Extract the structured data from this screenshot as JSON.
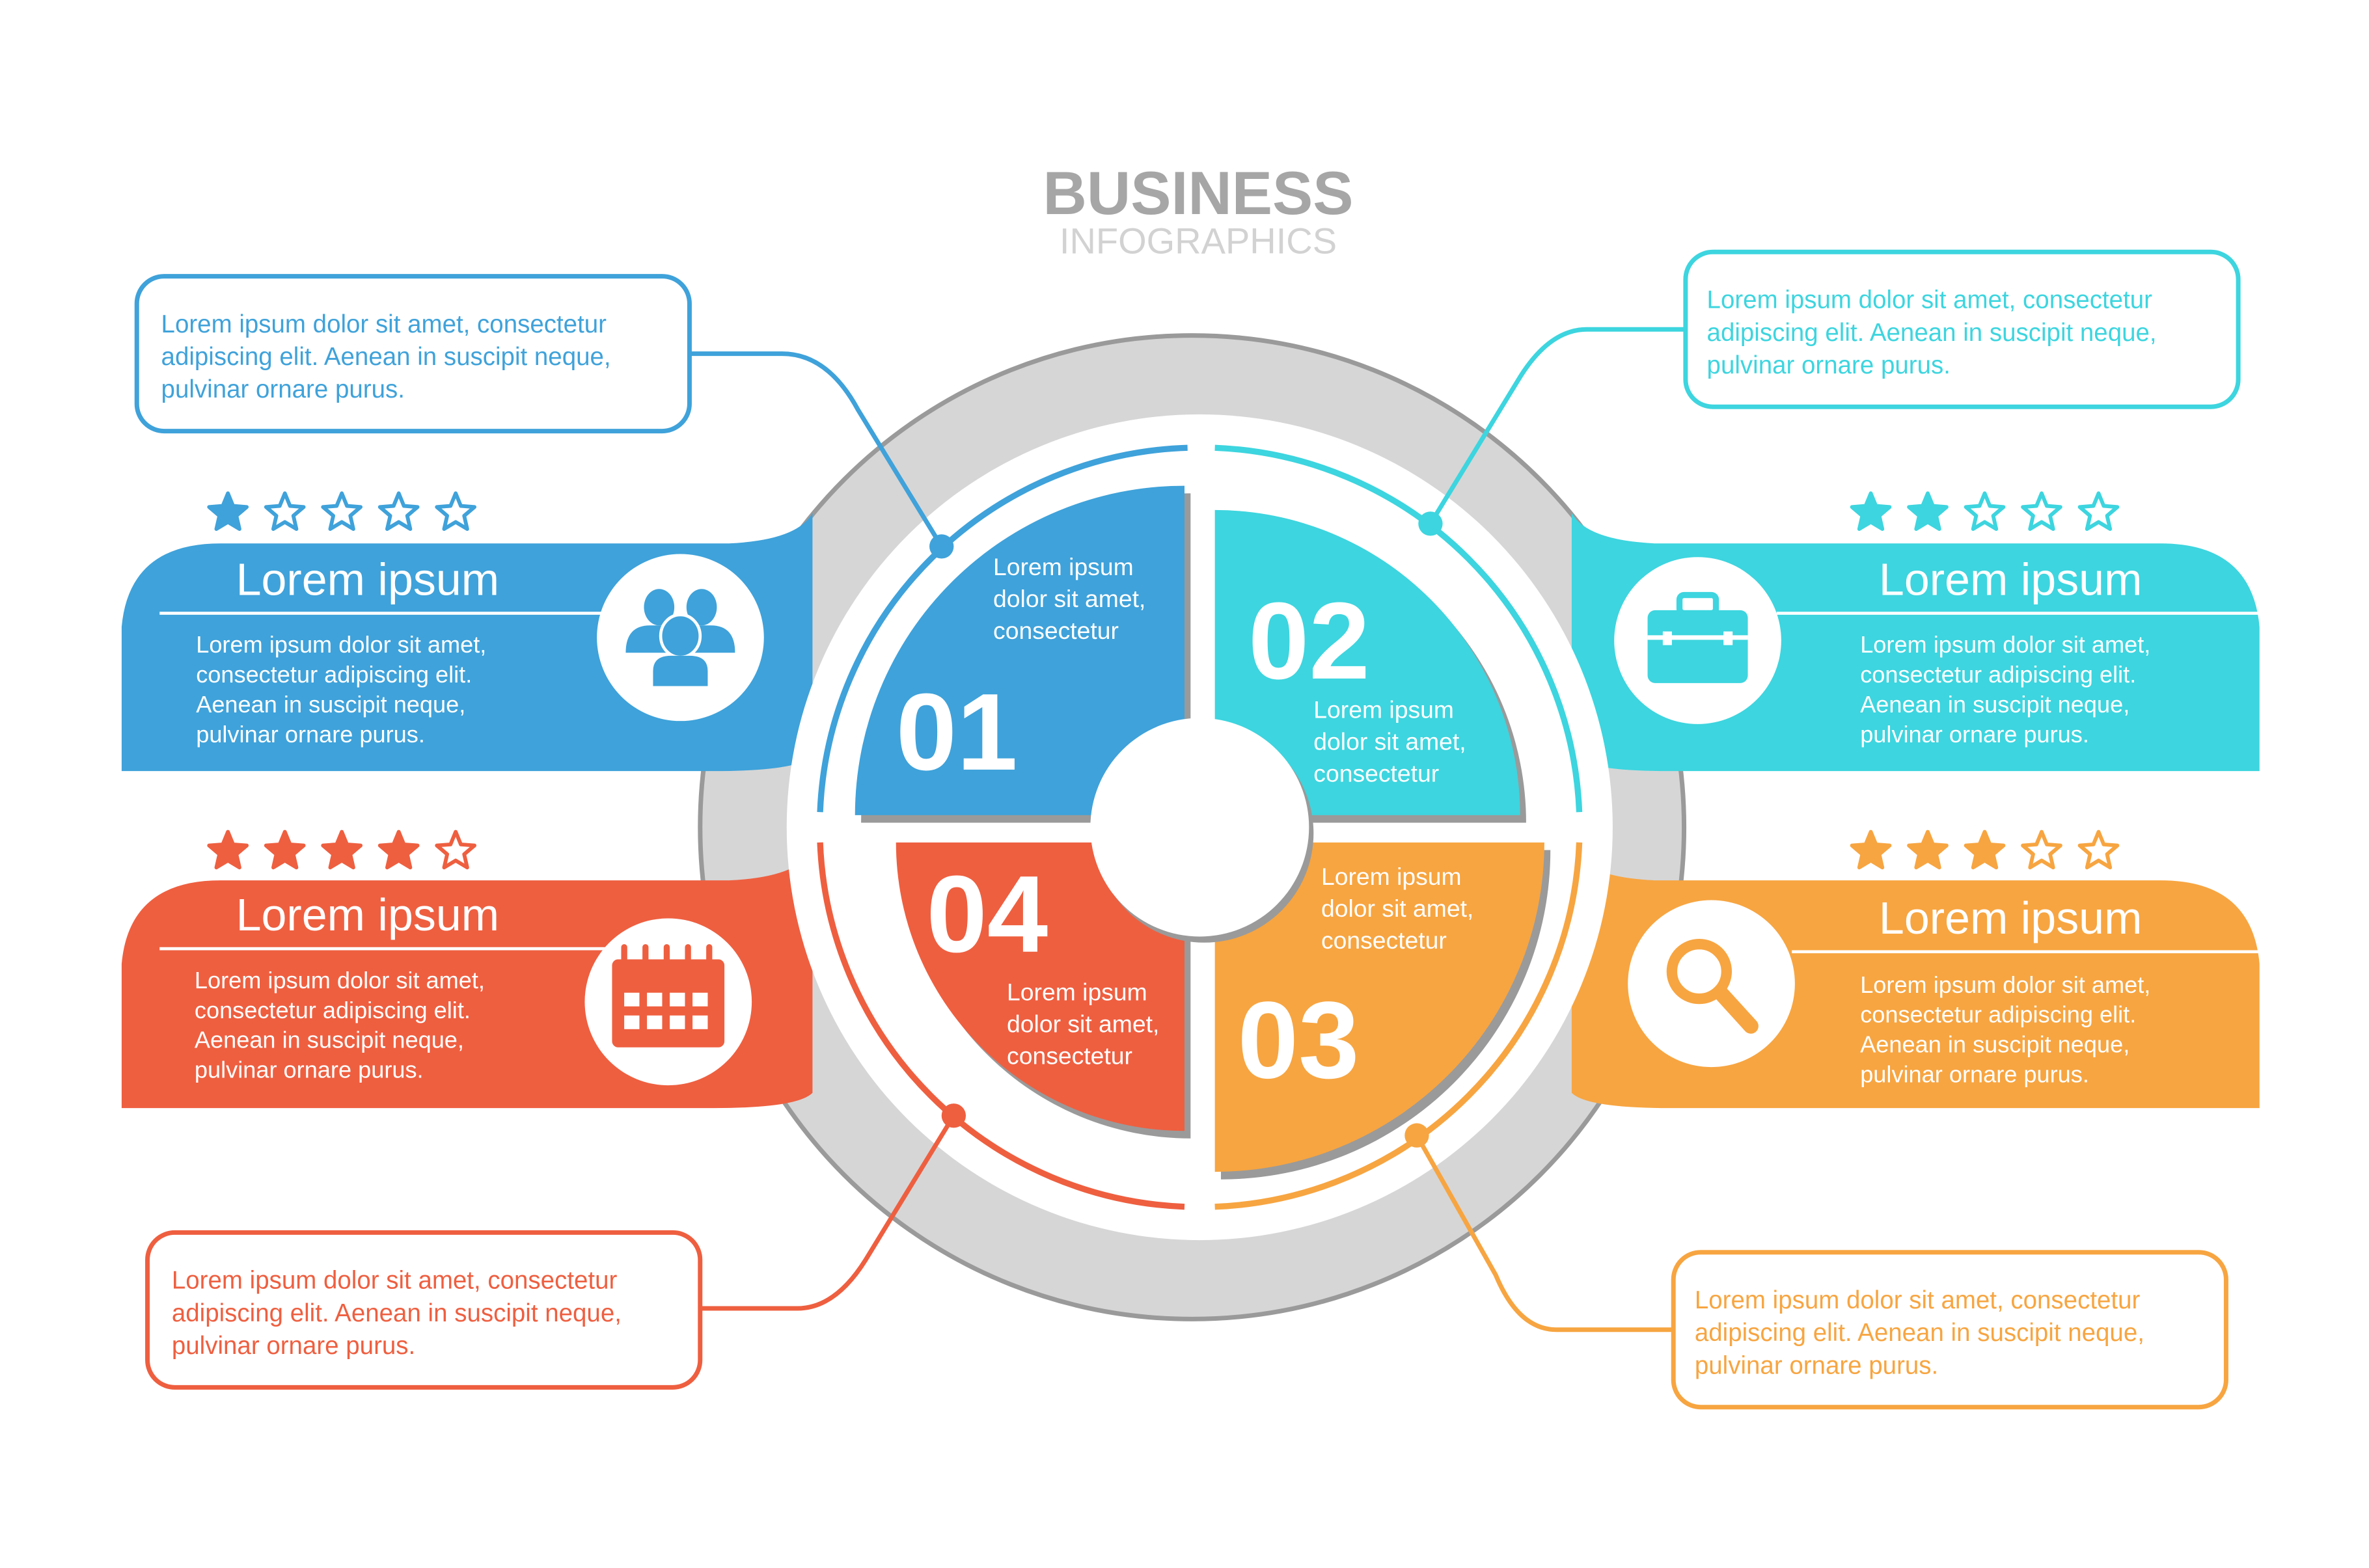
{
  "title": {
    "main": "BUSINESS",
    "sub": "INFOGRAPHICS"
  },
  "colors": {
    "blue": "#3FA2DA",
    "cyan": "#3DD5DF",
    "red": "#EE5F40",
    "orange": "#F7A541",
    "ring": "#D6D6D6",
    "ring_edge": "#9A9A9A",
    "title": "#A6A6A6",
    "subtitle": "#D2D2D2"
  },
  "sections": [
    {
      "number": "01",
      "color": "#3FA2DA",
      "icon": "people-icon",
      "rating": 1,
      "rating_max": 5,
      "panel_title": "Lorem ipsum",
      "panel_body": [
        "Lorem ipsum dolor sit amet,",
        "consectetur adipiscing elit.",
        "Aenean in suscipit neque,",
        "pulvinar ornare purus."
      ],
      "quadrant_text": [
        "Lorem ipsum",
        "dolor sit amet,",
        "consectetur"
      ],
      "callout": [
        "Lorem ipsum dolor sit amet, consectetur",
        "adipiscing elit. Aenean in suscipit neque,",
        "pulvinar ornare purus."
      ]
    },
    {
      "number": "02",
      "color": "#3DD5DF",
      "icon": "briefcase-icon",
      "rating": 2,
      "rating_max": 5,
      "panel_title": "Lorem ipsum",
      "panel_body": [
        "Lorem ipsum dolor sit amet,",
        "consectetur adipiscing elit.",
        "Aenean in suscipit neque,",
        "pulvinar ornare purus."
      ],
      "quadrant_text": [
        "Lorem ipsum",
        "dolor sit amet,",
        "consectetur"
      ],
      "callout": [
        "Lorem ipsum dolor sit amet, consectetur",
        "adipiscing elit. Aenean in suscipit neque,",
        "pulvinar ornare purus."
      ]
    },
    {
      "number": "03",
      "color": "#F7A541",
      "icon": "magnifier-icon",
      "rating": 3,
      "rating_max": 5,
      "panel_title": "Lorem ipsum",
      "panel_body": [
        "Lorem ipsum dolor sit amet,",
        "consectetur adipiscing elit.",
        "Aenean in suscipit neque,",
        "pulvinar ornare purus."
      ],
      "quadrant_text": [
        "Lorem ipsum",
        "dolor sit amet,",
        "consectetur"
      ],
      "callout": [
        "Lorem ipsum dolor sit amet, consectetur",
        "adipiscing elit. Aenean in suscipit neque,",
        "pulvinar ornare purus."
      ]
    },
    {
      "number": "04",
      "color": "#EE5F40",
      "icon": "calendar-icon",
      "rating": 4,
      "rating_max": 5,
      "panel_title": "Lorem ipsum",
      "panel_body": [
        "Lorem ipsum dolor sit amet,",
        "consectetur adipiscing elit.",
        "Aenean in suscipit neque,",
        "pulvinar ornare purus."
      ],
      "quadrant_text": [
        "Lorem ipsum",
        "dolor sit amet,",
        "consectetur"
      ],
      "callout": [
        "Lorem ipsum dolor sit amet, consectetur",
        "adipiscing elit. Aenean in suscipit neque,",
        "pulvinar ornare purus."
      ]
    }
  ]
}
